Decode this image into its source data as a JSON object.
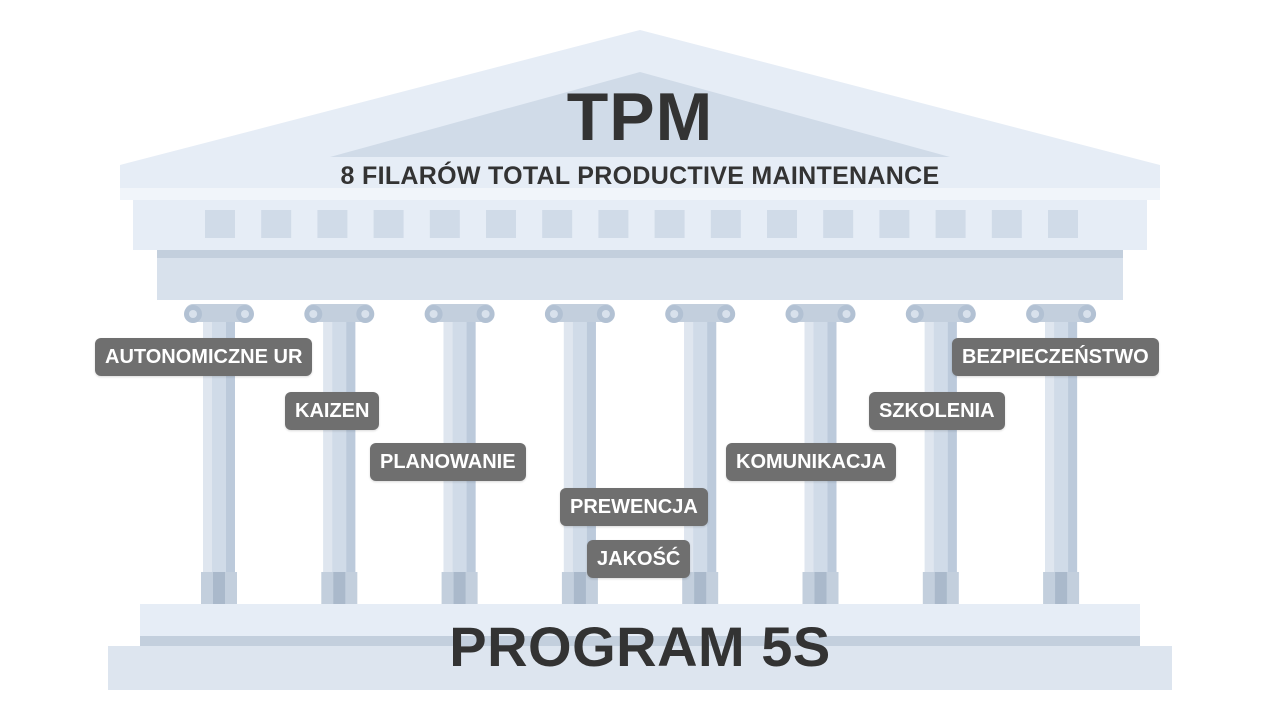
{
  "diagram": {
    "title": "TPM",
    "subtitle": "8 FILARÓW TOTAL PRODUCTIVE MAINTENANCE",
    "foundation": "PROGRAM 5S",
    "pillars": [
      {
        "label": "AUTONOMICZNE UR"
      },
      {
        "label": "KAIZEN"
      },
      {
        "label": "PLANOWANIE"
      },
      {
        "label": "PREWENCJA"
      },
      {
        "label": "JAKOŚĆ"
      },
      {
        "label": "KOMUNIKACJA"
      },
      {
        "label": "SZKOLENIA"
      },
      {
        "label": "BEZPIECZEŃSTWO"
      }
    ],
    "colors": {
      "building_light": "#e6edf6",
      "building_mid": "#d0dbe8",
      "building_dark": "#a9b8c9",
      "label_bg": "#6f6f6f",
      "text": "#333333"
    }
  }
}
